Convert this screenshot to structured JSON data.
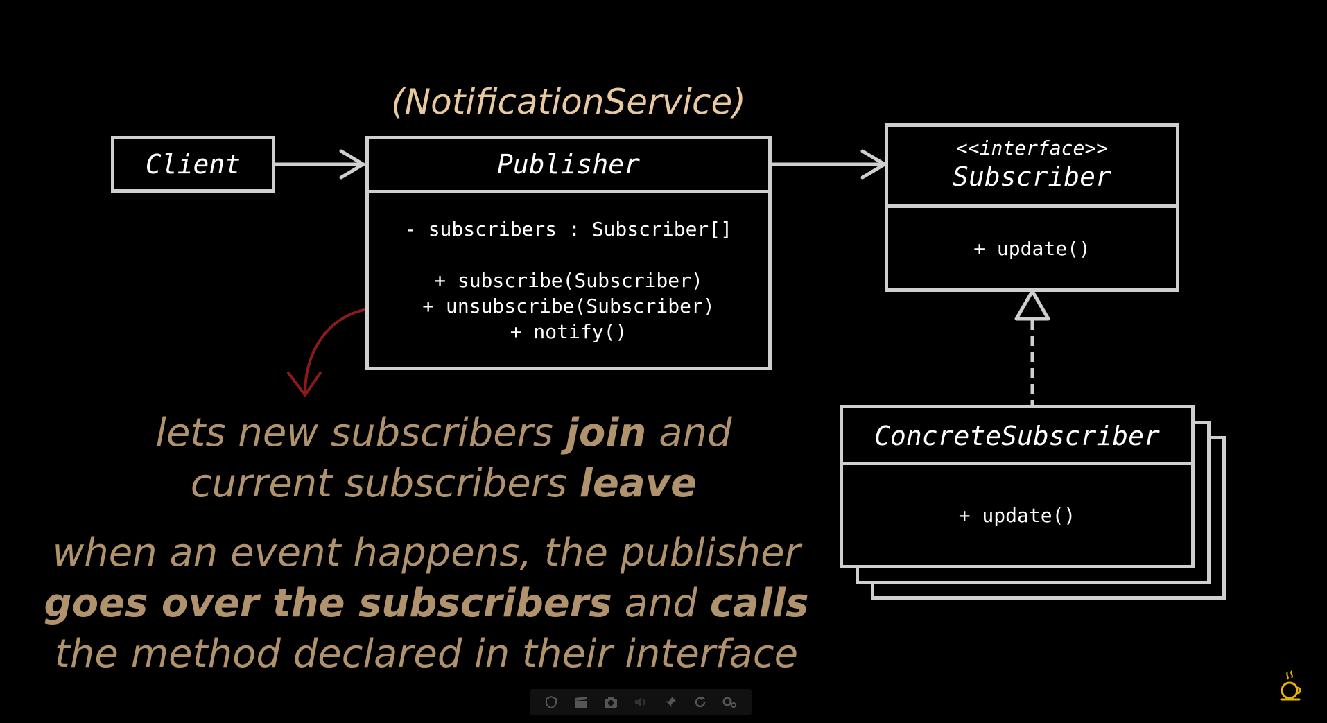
{
  "diagram": {
    "publisher_annotation": "(NotificationService)",
    "client": {
      "title": "Client"
    },
    "publisher": {
      "title": "Publisher",
      "field": "- subscribers : Subscriber[]",
      "methods": [
        "+ subscribe(Subscriber)",
        "+ unsubscribe(Subscriber)",
        "+ notify()"
      ]
    },
    "subscriber": {
      "stereotype": "<<interface>>",
      "title": "Subscriber",
      "method": "+ update()"
    },
    "concrete_subscriber": {
      "title": "ConcreteSubscriber",
      "method": "+ update()"
    }
  },
  "captions": {
    "caption1": {
      "line1_a": "lets new subscribers ",
      "line1_b": "join",
      "line1_c": " and",
      "line2_a": "current subscribers ",
      "line2_b": "leave"
    },
    "caption2": {
      "line1": "when an event happens, the publisher",
      "line2_a": "goes over the subscribers",
      "line2_b": " and ",
      "line2_c": "calls",
      "line3": "the method declared in their interface"
    }
  },
  "colors": {
    "background": "#000000",
    "box_border": "#cfcfcf",
    "text": "#ffffff",
    "caption": "#b0926d",
    "annotation": "#e8c9a0",
    "callout_arrow": "#8b1a1a"
  },
  "toolbar_icons": [
    "shield-icon",
    "clapper-icon",
    "camera-icon",
    "volume-icon",
    "pin-icon",
    "refresh-icon",
    "settings-icon"
  ],
  "logo_icon": "coffee-cup-icon"
}
